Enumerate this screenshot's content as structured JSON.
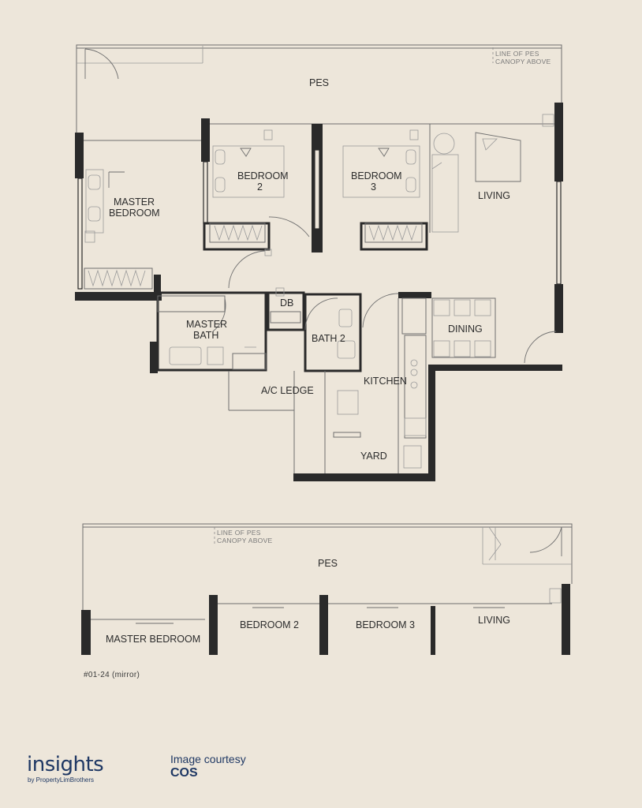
{
  "plan": {
    "line_of_pes_1": "LINE OF PES",
    "canopy_above_1": "CANOPY ABOVE",
    "pes": "PES",
    "master_bedroom_1": "MASTER",
    "master_bedroom_2": "BEDROOM",
    "bedroom2_1": "BEDROOM",
    "bedroom2_2": "2",
    "bedroom3_1": "BEDROOM",
    "bedroom3_2": "3",
    "living": "LIVING",
    "db": "DB",
    "master_bath_1": "MASTER",
    "master_bath_2": "BATH",
    "bath2": "BATH 2",
    "dining": "DINING",
    "ac_ledge": "A/C LEDGE",
    "kitchen": "KITCHEN",
    "yard": "YARD"
  },
  "mirror": {
    "line_of_pes": "LINE OF PES",
    "canopy_above": "CANOPY ABOVE",
    "pes": "PES",
    "master_bedroom": "MASTER BEDROOM",
    "bedroom2": "BEDROOM 2",
    "bedroom3": "BEDROOM 3",
    "living": "LIVING",
    "unit_note": "#01-24 (mirror)"
  },
  "footer": {
    "brand": "insights",
    "brand_sub": "by PropertyLimBrothers",
    "courtesy": "Image courtesy",
    "courtesy_source": "COS"
  },
  "colors": {
    "background": "#ede6da",
    "wall": "#2a2a2a",
    "brand": "#1f3864"
  }
}
